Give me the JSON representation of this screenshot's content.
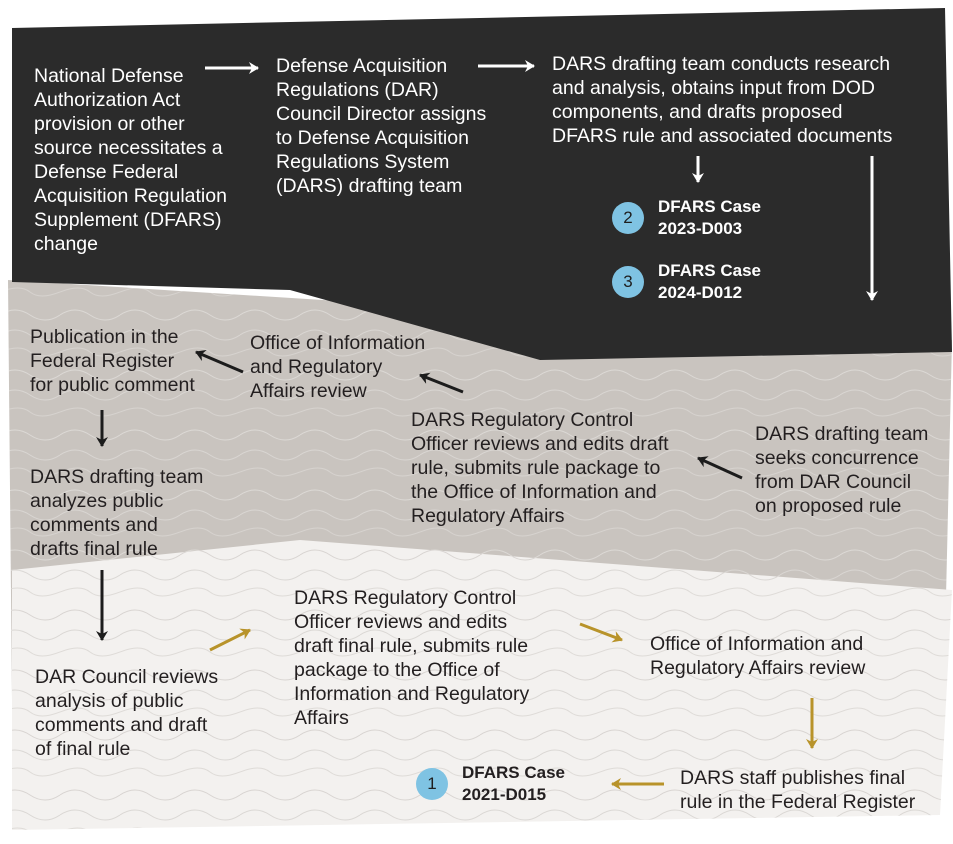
{
  "colors": {
    "dark_band": "#2b2b2b",
    "mid_band": "#c9c4bf",
    "light_band": "#f3f1ef",
    "badge": "#7fc3e3",
    "arrow_white": "#ffffff",
    "arrow_black": "#1c1c1c",
    "arrow_gold": "#b8932a"
  },
  "steps": {
    "s1": "National Defense\nAuthorization Act\nprovision or other\nsource necessitates a\nDefense Federal\nAcquisition Regulation\nSupplement (DFARS)\nchange",
    "s2": "Defense Acquisition\nRegulations (DAR)\nCouncil Director assigns\nto Defense Acquisition\nRegulations System\n(DARS) drafting team",
    "s3": "DARS drafting team conducts research\nand analysis, obtains input from DOD\ncomponents, and drafts proposed\nDFARS rule and associated documents",
    "s4": "DARS drafting team\nseeks concurrence\nfrom DAR Council\non proposed rule",
    "s5": "DARS Regulatory Control\nOfficer reviews and edits draft\nrule, submits rule package to\nthe Office of Information and\nRegulatory Affairs",
    "s6": "Office of Information\nand Regulatory\nAffairs review",
    "s7": "Publication in the\nFederal Register\nfor public comment",
    "s8": "DARS drafting team\nanalyzes public\ncomments and\ndrafts final rule",
    "s9": "DAR Council reviews\nanalysis of public\ncomments and draft\nof final rule",
    "s10": "DARS Regulatory Control\nOfficer reviews and edits\ndraft final rule, submits rule\npackage to the Office of\nInformation and Regulatory\nAffairs",
    "s11": "Office of Information and\nRegulatory Affairs review",
    "s12": "DARS staff publishes final\nrule in the Federal Register"
  },
  "cases": [
    {
      "number": "2",
      "label": "DFARS Case\n2023-D003"
    },
    {
      "number": "3",
      "label": "DFARS Case\n2024-D012"
    },
    {
      "number": "1",
      "label": "DFARS Case\n2021-D015"
    }
  ]
}
